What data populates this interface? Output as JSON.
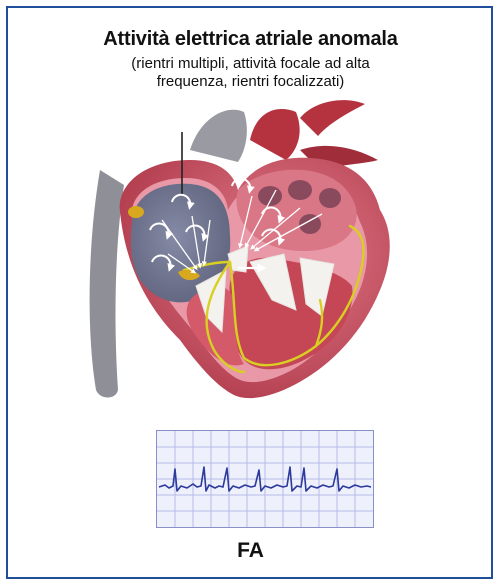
{
  "figure": {
    "title": "Attività elettrica atriale anomala",
    "subtitle_lines": [
      "(rientri multipli, attività focale ad alta",
      "frequenza, rientri focalizzati)"
    ],
    "ecg_label": "FA"
  },
  "colors": {
    "frame": "#1f4f9a",
    "heart_outer": "#b4333f",
    "heart_wall": "#d86a7a",
    "heart_inner": "#efb1bd",
    "atrium_cavity": "#6a6e88",
    "vessels": "#8f8f98",
    "valves": "#f4f2ef",
    "conduction": "#d8cf22",
    "ecg_grid": "#b7bbe8",
    "ecg_trace": "#2c3a9c"
  },
  "icons": {
    "reentry": "circular-arrow-icon",
    "focal": "focus-arrow-icon"
  }
}
